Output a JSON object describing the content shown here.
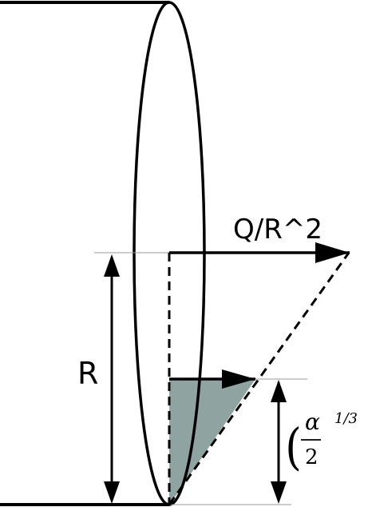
{
  "labels": {
    "velocity": "Q/R^2",
    "radius": "R",
    "small_height": {
      "numerator": "α",
      "denominator": "2",
      "exponent": "1/3",
      "left_paren": "(",
      "right_paren": ")"
    }
  },
  "colors": {
    "stroke": "#000000",
    "shaded_region": "#8fa3a0",
    "guide_line": "#999999"
  }
}
